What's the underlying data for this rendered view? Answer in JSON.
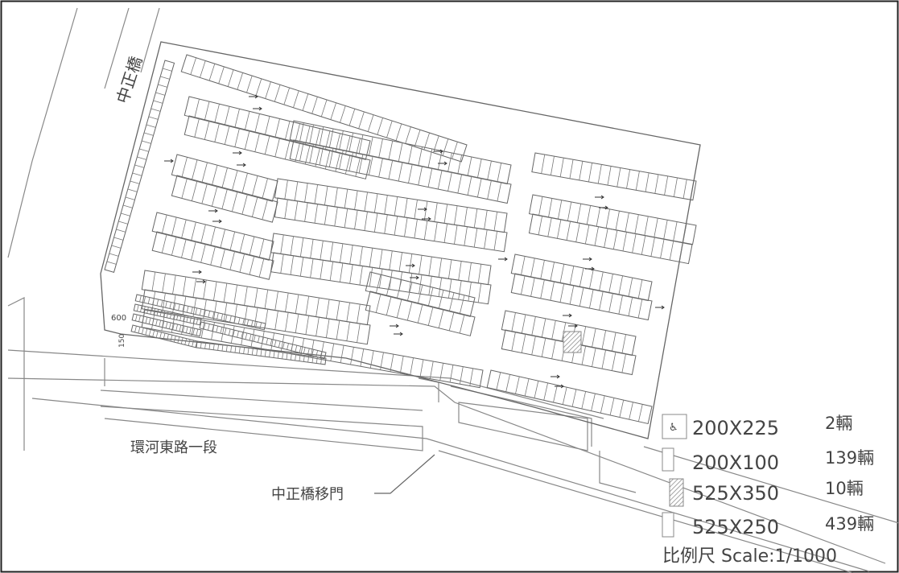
{
  "labels": {
    "bridge": "中正橋",
    "road": "環河東路一段",
    "gate": "中正橋移門",
    "dim_600": "600",
    "dim_150": "150"
  },
  "legend": [
    {
      "icon": "wheelchair-icon",
      "size": "200X225",
      "count": "2輛"
    },
    {
      "icon": "blank-slot-icon",
      "size": "200X100",
      "count": "139輛"
    },
    {
      "icon": "hatched-slot-icon",
      "size": "525X350",
      "count": "10輛"
    },
    {
      "icon": "standard-slot-icon",
      "size": "525X250",
      "count": "439輛"
    }
  ],
  "scale": "比例尺 Scale:1/1000"
}
